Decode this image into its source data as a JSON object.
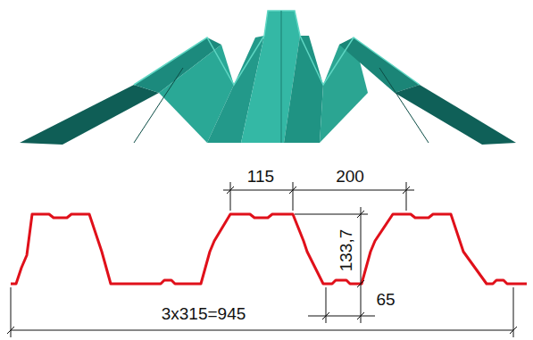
{
  "diagram": {
    "labels": [
      "115",
      "200",
      "133,7",
      "65",
      "3x315=945"
    ]
  }
}
